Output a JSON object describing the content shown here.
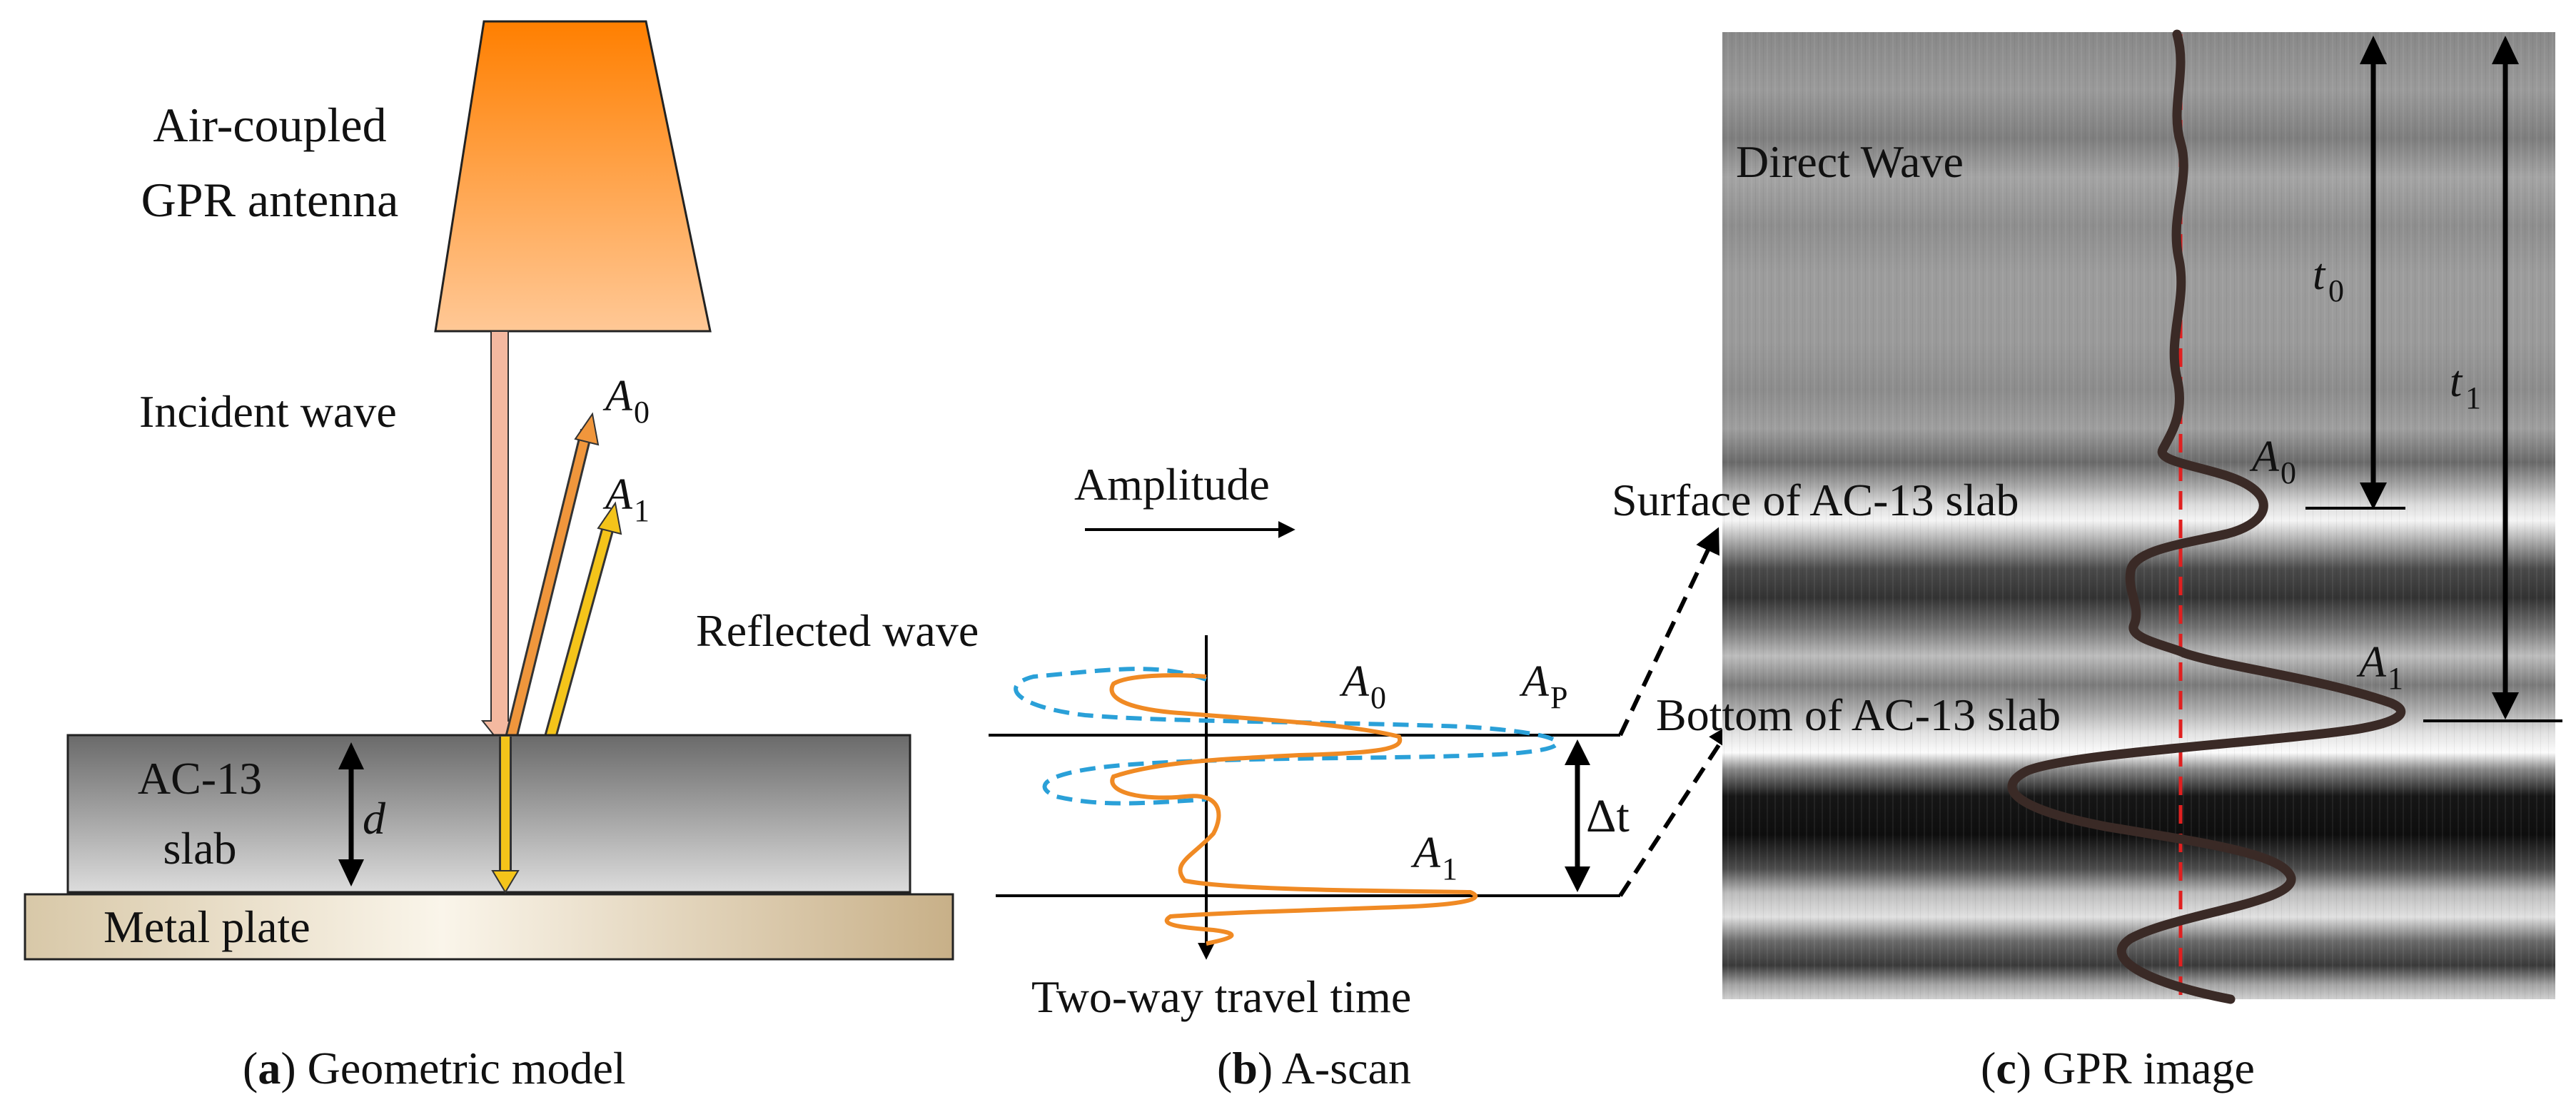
{
  "panel_a": {
    "antenna_label_line1": "Air-coupled",
    "antenna_label_line2": "GPR antenna",
    "incident_label": "Incident wave",
    "a0_label": "A",
    "a0_sub": "0",
    "a1_label": "A",
    "a1_sub": "1",
    "slab_label_line1": "AC-13",
    "slab_label_line2": "slab",
    "thickness_label": "d",
    "plate_label": "Metal plate",
    "caption_open": "(",
    "caption_letter": "a",
    "caption_rest": ") Geometric model"
  },
  "panel_b": {
    "amplitude_label": "Amplitude",
    "reflected_label": "Reflected wave",
    "a0_label": "A",
    "a0_sub": "0",
    "ap_label": "A",
    "ap_sub": "P",
    "a1_label": "A",
    "a1_sub": "1",
    "delta_t_label": "Δt",
    "time_axis_label": "Two-way travel time",
    "caption_open": "(",
    "caption_letter": "b",
    "caption_rest": ") A-scan"
  },
  "panel_c": {
    "direct_wave_label": "Direct Wave",
    "surface_label": "Surface of AC-13 slab",
    "bottom_label": "Bottom of AC-13 slab",
    "a0_label": "A",
    "a0_sub": "0",
    "a1_label": "A",
    "a1_sub": "1",
    "t0_label": "t",
    "t0_sub": "0",
    "t1_label": "t",
    "t1_sub": "1",
    "caption_open": "(",
    "caption_letter": "c",
    "caption_rest": ") GPR image"
  },
  "colors": {
    "antenna_top": "#ff7f00",
    "antenna_bottom": "#ffc896",
    "incident_wave": "#f4b9a0",
    "a0_arrow": "#f0963c",
    "a1_arrow": "#f4c41a",
    "ascan_orange": "#f08a24",
    "ascan_blue": "#2aa0d8",
    "center_line": "#e02020",
    "trace": "#3a2a26"
  }
}
